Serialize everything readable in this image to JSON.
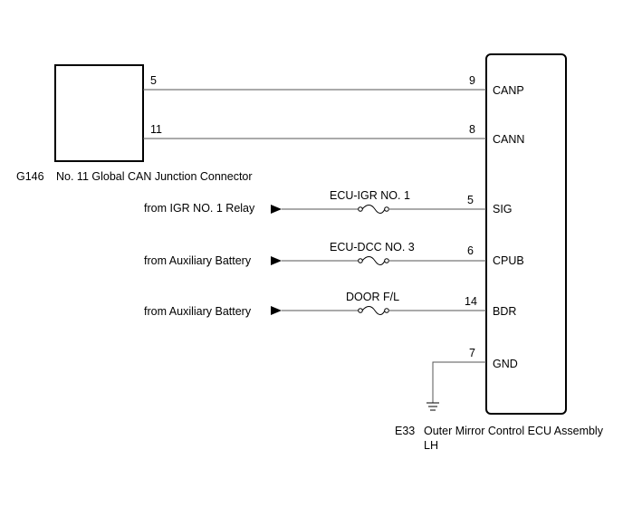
{
  "connector_g146": {
    "code": "G146",
    "name": "No. 11 Global CAN Junction Connector",
    "pins": [
      "5",
      "11"
    ]
  },
  "ecu": {
    "code": "E33",
    "name_line1": "Outer Mirror Control ECU Assembly",
    "name_line2": "LH",
    "terminals": [
      {
        "pin": "9",
        "name": "CANP"
      },
      {
        "pin": "8",
        "name": "CANN"
      },
      {
        "pin": "5",
        "name": "SIG"
      },
      {
        "pin": "6",
        "name": "CPUB"
      },
      {
        "pin": "14",
        "name": "BDR"
      },
      {
        "pin": "7",
        "name": "GND"
      }
    ]
  },
  "feeds": [
    {
      "source": "from IGR NO. 1 Relay",
      "fuse": "ECU-IGR NO. 1"
    },
    {
      "source": "from Auxiliary Battery",
      "fuse": "ECU-DCC NO. 3"
    },
    {
      "source": "from Auxiliary Battery",
      "fuse": "DOOR F/L"
    }
  ],
  "colors": {
    "line": "#000000",
    "wire": "#555555",
    "background": "#ffffff"
  }
}
